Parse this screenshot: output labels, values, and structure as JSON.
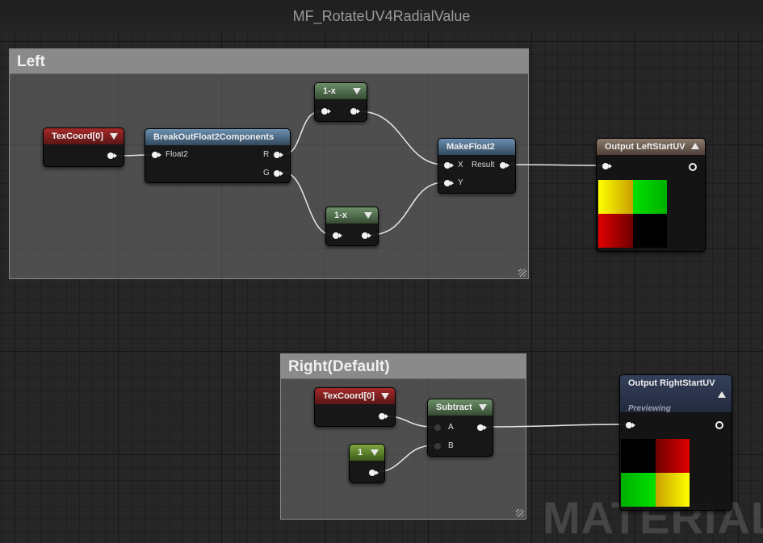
{
  "graph_title": "MF_RotateUV4RadialValue",
  "watermark": "MATERIAL",
  "comments": {
    "left": {
      "title": "Left"
    },
    "right": {
      "title": "Right(Default)"
    }
  },
  "nodes": {
    "texcoord_left": {
      "title": "TexCoord[0]"
    },
    "breakout": {
      "title": "BreakOutFloat2Components",
      "input": "Float2",
      "outputs": [
        "R",
        "G"
      ]
    },
    "oneminus_top": {
      "title": "1-x"
    },
    "oneminus_bottom": {
      "title": "1-x"
    },
    "makefloat2": {
      "title": "MakeFloat2",
      "inputs": [
        "X",
        "Y"
      ],
      "output": "Result"
    },
    "output_left": {
      "title": "Output LeftStartUV"
    },
    "texcoord_right": {
      "title": "TexCoord[0]"
    },
    "subtract": {
      "title": "Subtract",
      "inputs": [
        "A",
        "B"
      ]
    },
    "constant_one": {
      "title": "1"
    },
    "output_right": {
      "title": "Output RightStartUV",
      "status": "Previewing"
    }
  },
  "colors": {
    "texcoord_header": "#a52a2a",
    "math_header": "#6c8f68",
    "breakout_header": "#6a8fb0",
    "constant_header": "#7fa640",
    "output_header": "#8b7b6e",
    "output_preview_header": "#34405a",
    "wire": "#e8e8e8"
  },
  "icons": [
    "node-collapse-triangle-icon",
    "node-expand-triangle-icon",
    "pin-icon",
    "resize-grip-icon"
  ]
}
